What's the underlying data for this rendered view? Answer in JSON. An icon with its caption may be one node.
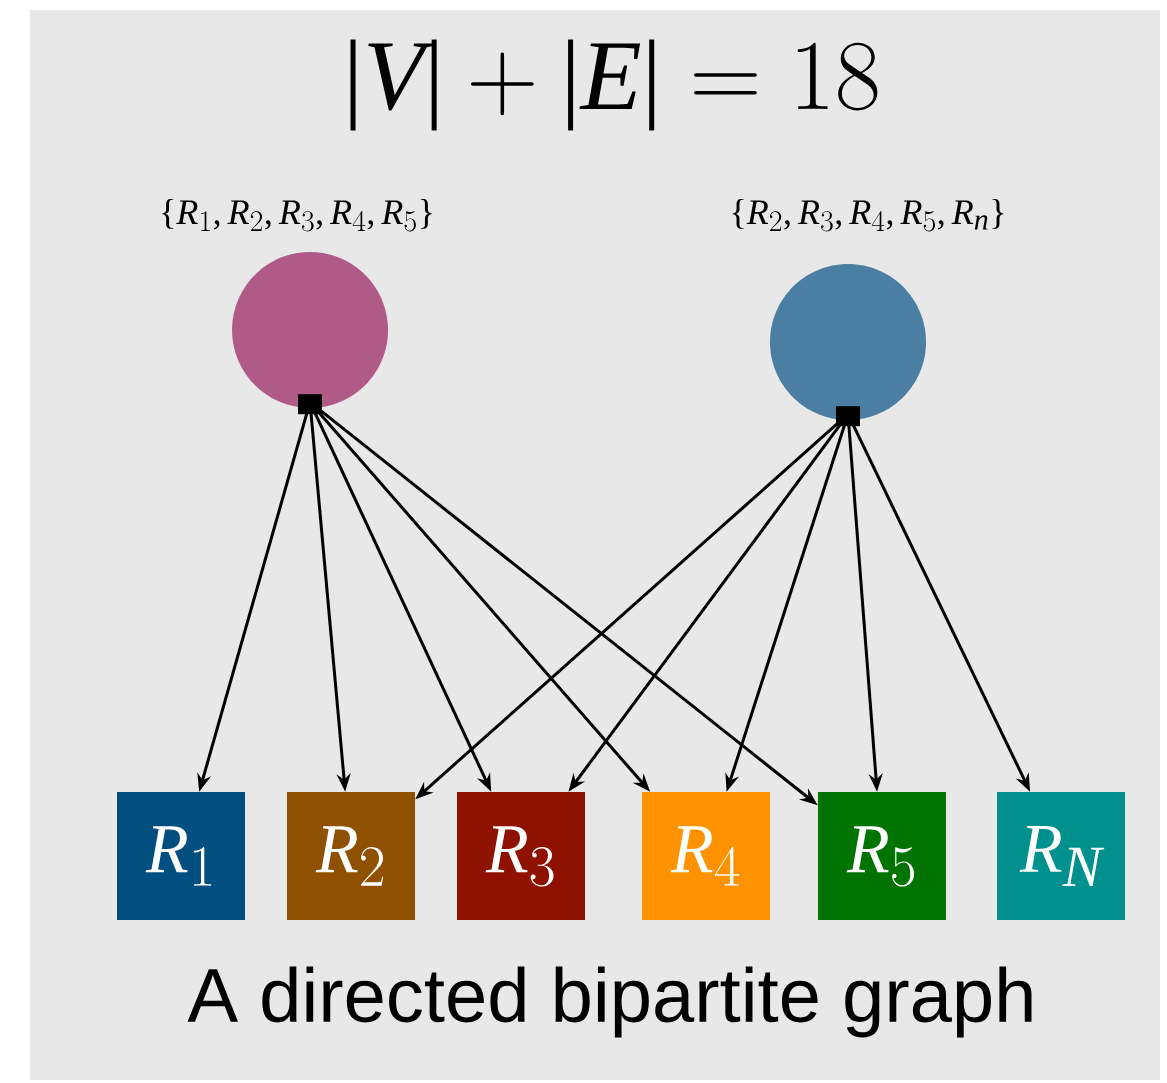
{
  "diagram": {
    "title": "|V| + |E| = 18",
    "caption": "A directed bipartite graph",
    "nodes": [
      {
        "text": [],
        "shape": "circle",
        "beside": [
          "\\{R_1, R_2, R_3, R_4, R_5\\}"
        ]
      },
      {
        "text": [],
        "shape": "circle",
        "beside": [
          "\\{R_2, R_3, R_4, R_5, R_n\\}"
        ]
      },
      {
        "text": [
          "R_1"
        ]
      },
      {
        "text": [
          "R_2"
        ]
      },
      {
        "text": [
          "R_3"
        ]
      },
      {
        "text": [
          "R_4"
        ]
      },
      {
        "text": [
          "R_5"
        ]
      },
      {
        "text": [
          "R_N"
        ]
      }
    ],
    "edges": [
      {
        "from": 0,
        "to": 2,
        "arrow": "to"
      },
      {
        "from": 0,
        "to": 3,
        "arrow": "to"
      },
      {
        "from": 0,
        "to": 4,
        "arrow": "to"
      },
      {
        "from": 0,
        "to": 5,
        "arrow": "to"
      },
      {
        "from": 0,
        "to": 6,
        "arrow": "to"
      },
      {
        "from": 1,
        "to": 3,
        "arrow": "to"
      },
      {
        "from": 1,
        "to": 4,
        "arrow": "to"
      },
      {
        "from": 1,
        "to": 5,
        "arrow": "to"
      },
      {
        "from": 1,
        "to": 6,
        "arrow": "to"
      },
      {
        "from": 1,
        "to": 7,
        "arrow": "to"
      }
    ]
  }
}
